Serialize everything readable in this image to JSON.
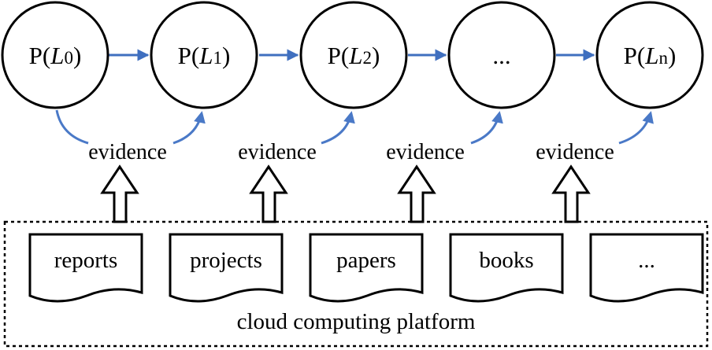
{
  "nodes": [
    {
      "prefix": "P(",
      "italic": "L",
      "sub": "0",
      "suffix": ")"
    },
    {
      "prefix": "P(",
      "italic": "L",
      "sub": "1",
      "suffix": ")"
    },
    {
      "prefix": "P(",
      "italic": "L",
      "sub": "2",
      "suffix": ")"
    },
    {
      "text": "..."
    },
    {
      "prefix": "P(",
      "italic": "L",
      "sub": "n",
      "suffix": ")"
    }
  ],
  "evidence": [
    "evidence",
    "evidence",
    "evidence",
    "evidence"
  ],
  "documents": [
    "reports",
    "projects",
    "papers",
    "books",
    "..."
  ],
  "platform": {
    "label": "cloud computing platform"
  },
  "colors": {
    "chain_arrow": "#3f6fbf",
    "evidence_arrow": "#4a79c7"
  }
}
